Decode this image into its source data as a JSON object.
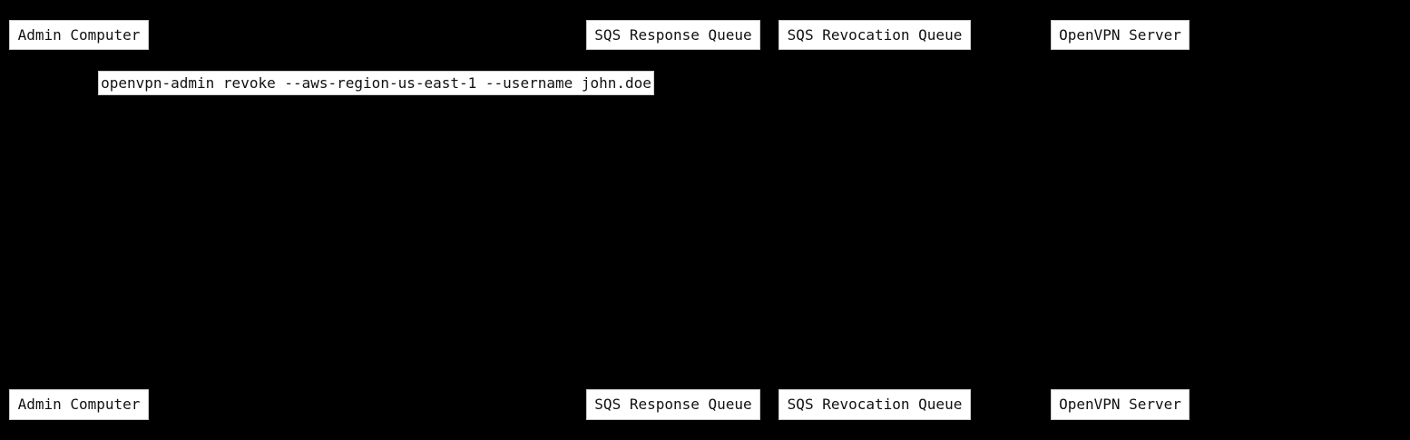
{
  "diagram": {
    "type": "sequence-diagram",
    "colors": {
      "background": "#000000",
      "box_fill": "#ffffff",
      "box_border": "#cccccc",
      "text": "#111111"
    },
    "participants": [
      {
        "label": "Admin Computer"
      },
      {
        "label": "SQS Response Queue"
      },
      {
        "label": "SQS Revocation Queue"
      },
      {
        "label": "OpenVPN Server"
      }
    ],
    "messages": [
      {
        "label": "openvpn-admin revoke --aws-region-us-east-1 --username john.doe"
      }
    ]
  }
}
